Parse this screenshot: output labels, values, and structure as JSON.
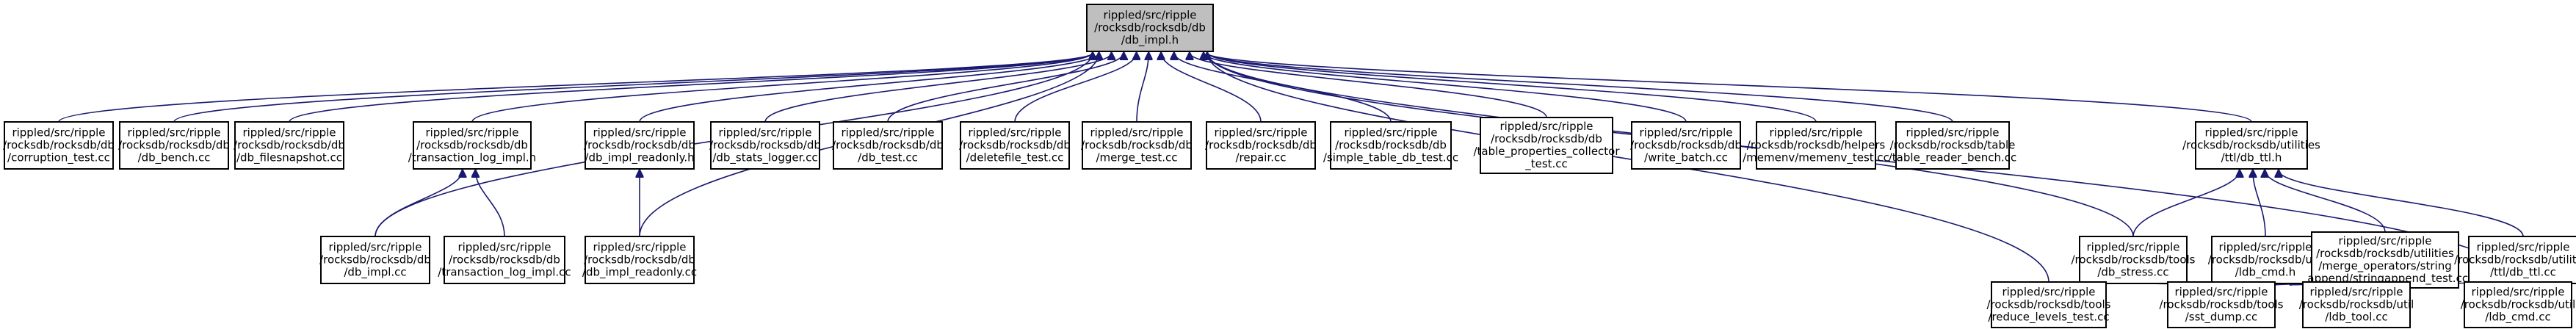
{
  "graph": {
    "colors": {
      "edge": "#191970",
      "node_border": "#000000",
      "root_fill": "#bfbfbf",
      "node_fill": "#ffffff"
    },
    "nodes": [
      {
        "id": "db_impl_h",
        "root": true,
        "lines": [
          "rippled/src/ripple",
          "/rocksdb/rocksdb/db",
          "/db_impl.h"
        ]
      },
      {
        "id": "corruption_test",
        "lines": [
          "rippled/src/ripple",
          "/rocksdb/rocksdb/db",
          "/corruption_test.cc"
        ]
      },
      {
        "id": "db_bench",
        "lines": [
          "rippled/src/ripple",
          "/rocksdb/rocksdb/db",
          "/db_bench.cc"
        ]
      },
      {
        "id": "db_filesnapshot",
        "lines": [
          "rippled/src/ripple",
          "/rocksdb/rocksdb/db",
          "/db_filesnapshot.cc"
        ]
      },
      {
        "id": "transaction_log_impl_h",
        "lines": [
          "rippled/src/ripple",
          "/rocksdb/rocksdb/db",
          "/transaction_log_impl.h"
        ]
      },
      {
        "id": "db_impl_readonly_h",
        "lines": [
          "rippled/src/ripple",
          "/rocksdb/rocksdb/db",
          "/db_impl_readonly.h"
        ]
      },
      {
        "id": "db_stats_logger",
        "lines": [
          "rippled/src/ripple",
          "/rocksdb/rocksdb/db",
          "/db_stats_logger.cc"
        ]
      },
      {
        "id": "db_test",
        "lines": [
          "rippled/src/ripple",
          "/rocksdb/rocksdb/db",
          "/db_test.cc"
        ]
      },
      {
        "id": "deletefile_test",
        "lines": [
          "rippled/src/ripple",
          "/rocksdb/rocksdb/db",
          "/deletefile_test.cc"
        ]
      },
      {
        "id": "merge_test",
        "lines": [
          "rippled/src/ripple",
          "/rocksdb/rocksdb/db",
          "/merge_test.cc"
        ]
      },
      {
        "id": "repair",
        "lines": [
          "rippled/src/ripple",
          "/rocksdb/rocksdb/db",
          "/repair.cc"
        ]
      },
      {
        "id": "simple_table_db_test",
        "lines": [
          "rippled/src/ripple",
          "/rocksdb/rocksdb/db",
          "/simple_table_db_test.cc"
        ]
      },
      {
        "id": "table_properties_collector_test",
        "lines": [
          "rippled/src/ripple",
          "/rocksdb/rocksdb/db",
          "/table_properties_collector",
          "_test.cc"
        ]
      },
      {
        "id": "write_batch",
        "lines": [
          "rippled/src/ripple",
          "/rocksdb/rocksdb/db",
          "/write_batch.cc"
        ]
      },
      {
        "id": "memenv_test",
        "lines": [
          "rippled/src/ripple",
          "/rocksdb/rocksdb/helpers",
          "/memenv/memenv_test.cc"
        ]
      },
      {
        "id": "table_reader_bench",
        "lines": [
          "rippled/src/ripple",
          "/rocksdb/rocksdb/table",
          "/table_reader_bench.cc"
        ]
      },
      {
        "id": "db_ttl_h",
        "lines": [
          "rippled/src/ripple",
          "/rocksdb/rocksdb/utilities",
          "/ttl/db_ttl.h"
        ]
      },
      {
        "id": "db_impl_cc",
        "lines": [
          "rippled/src/ripple",
          "/rocksdb/rocksdb/db",
          "/db_impl.cc"
        ]
      },
      {
        "id": "transaction_log_impl_cc",
        "lines": [
          "rippled/src/ripple",
          "/rocksdb/rocksdb/db",
          "/transaction_log_impl.cc"
        ]
      },
      {
        "id": "db_impl_readonly_cc",
        "lines": [
          "rippled/src/ripple",
          "/rocksdb/rocksdb/db",
          "/db_impl_readonly.cc"
        ]
      },
      {
        "id": "db_stress",
        "lines": [
          "rippled/src/ripple",
          "/rocksdb/rocksdb/tools",
          "/db_stress.cc"
        ]
      },
      {
        "id": "ldb_cmd_h",
        "lines": [
          "rippled/src/ripple",
          "/rocksdb/rocksdb/util",
          "/ldb_cmd.h"
        ]
      },
      {
        "id": "stringappend_test",
        "lines": [
          "rippled/src/ripple",
          "/rocksdb/rocksdb/utilities",
          "/merge_operators/string",
          "_append/stringappend_test.cc"
        ]
      },
      {
        "id": "db_ttl_cc",
        "lines": [
          "rippled/src/ripple",
          "/rocksdb/rocksdb/utilities",
          "/ttl/db_ttl.cc"
        ]
      },
      {
        "id": "reduce_levels_test",
        "lines": [
          "rippled/src/ripple",
          "/rocksdb/rocksdb/tools",
          "/reduce_levels_test.cc"
        ]
      },
      {
        "id": "sst_dump",
        "lines": [
          "rippled/src/ripple",
          "/rocksdb/rocksdb/tools",
          "/sst_dump.cc"
        ]
      },
      {
        "id": "ldb_tool",
        "lines": [
          "rippled/src/ripple",
          "/rocksdb/rocksdb/util",
          "/ldb_tool.cc"
        ]
      },
      {
        "id": "ldb_cmd_cc",
        "lines": [
          "rippled/src/ripple",
          "/rocksdb/rocksdb/util",
          "/ldb_cmd.cc"
        ]
      }
    ]
  }
}
